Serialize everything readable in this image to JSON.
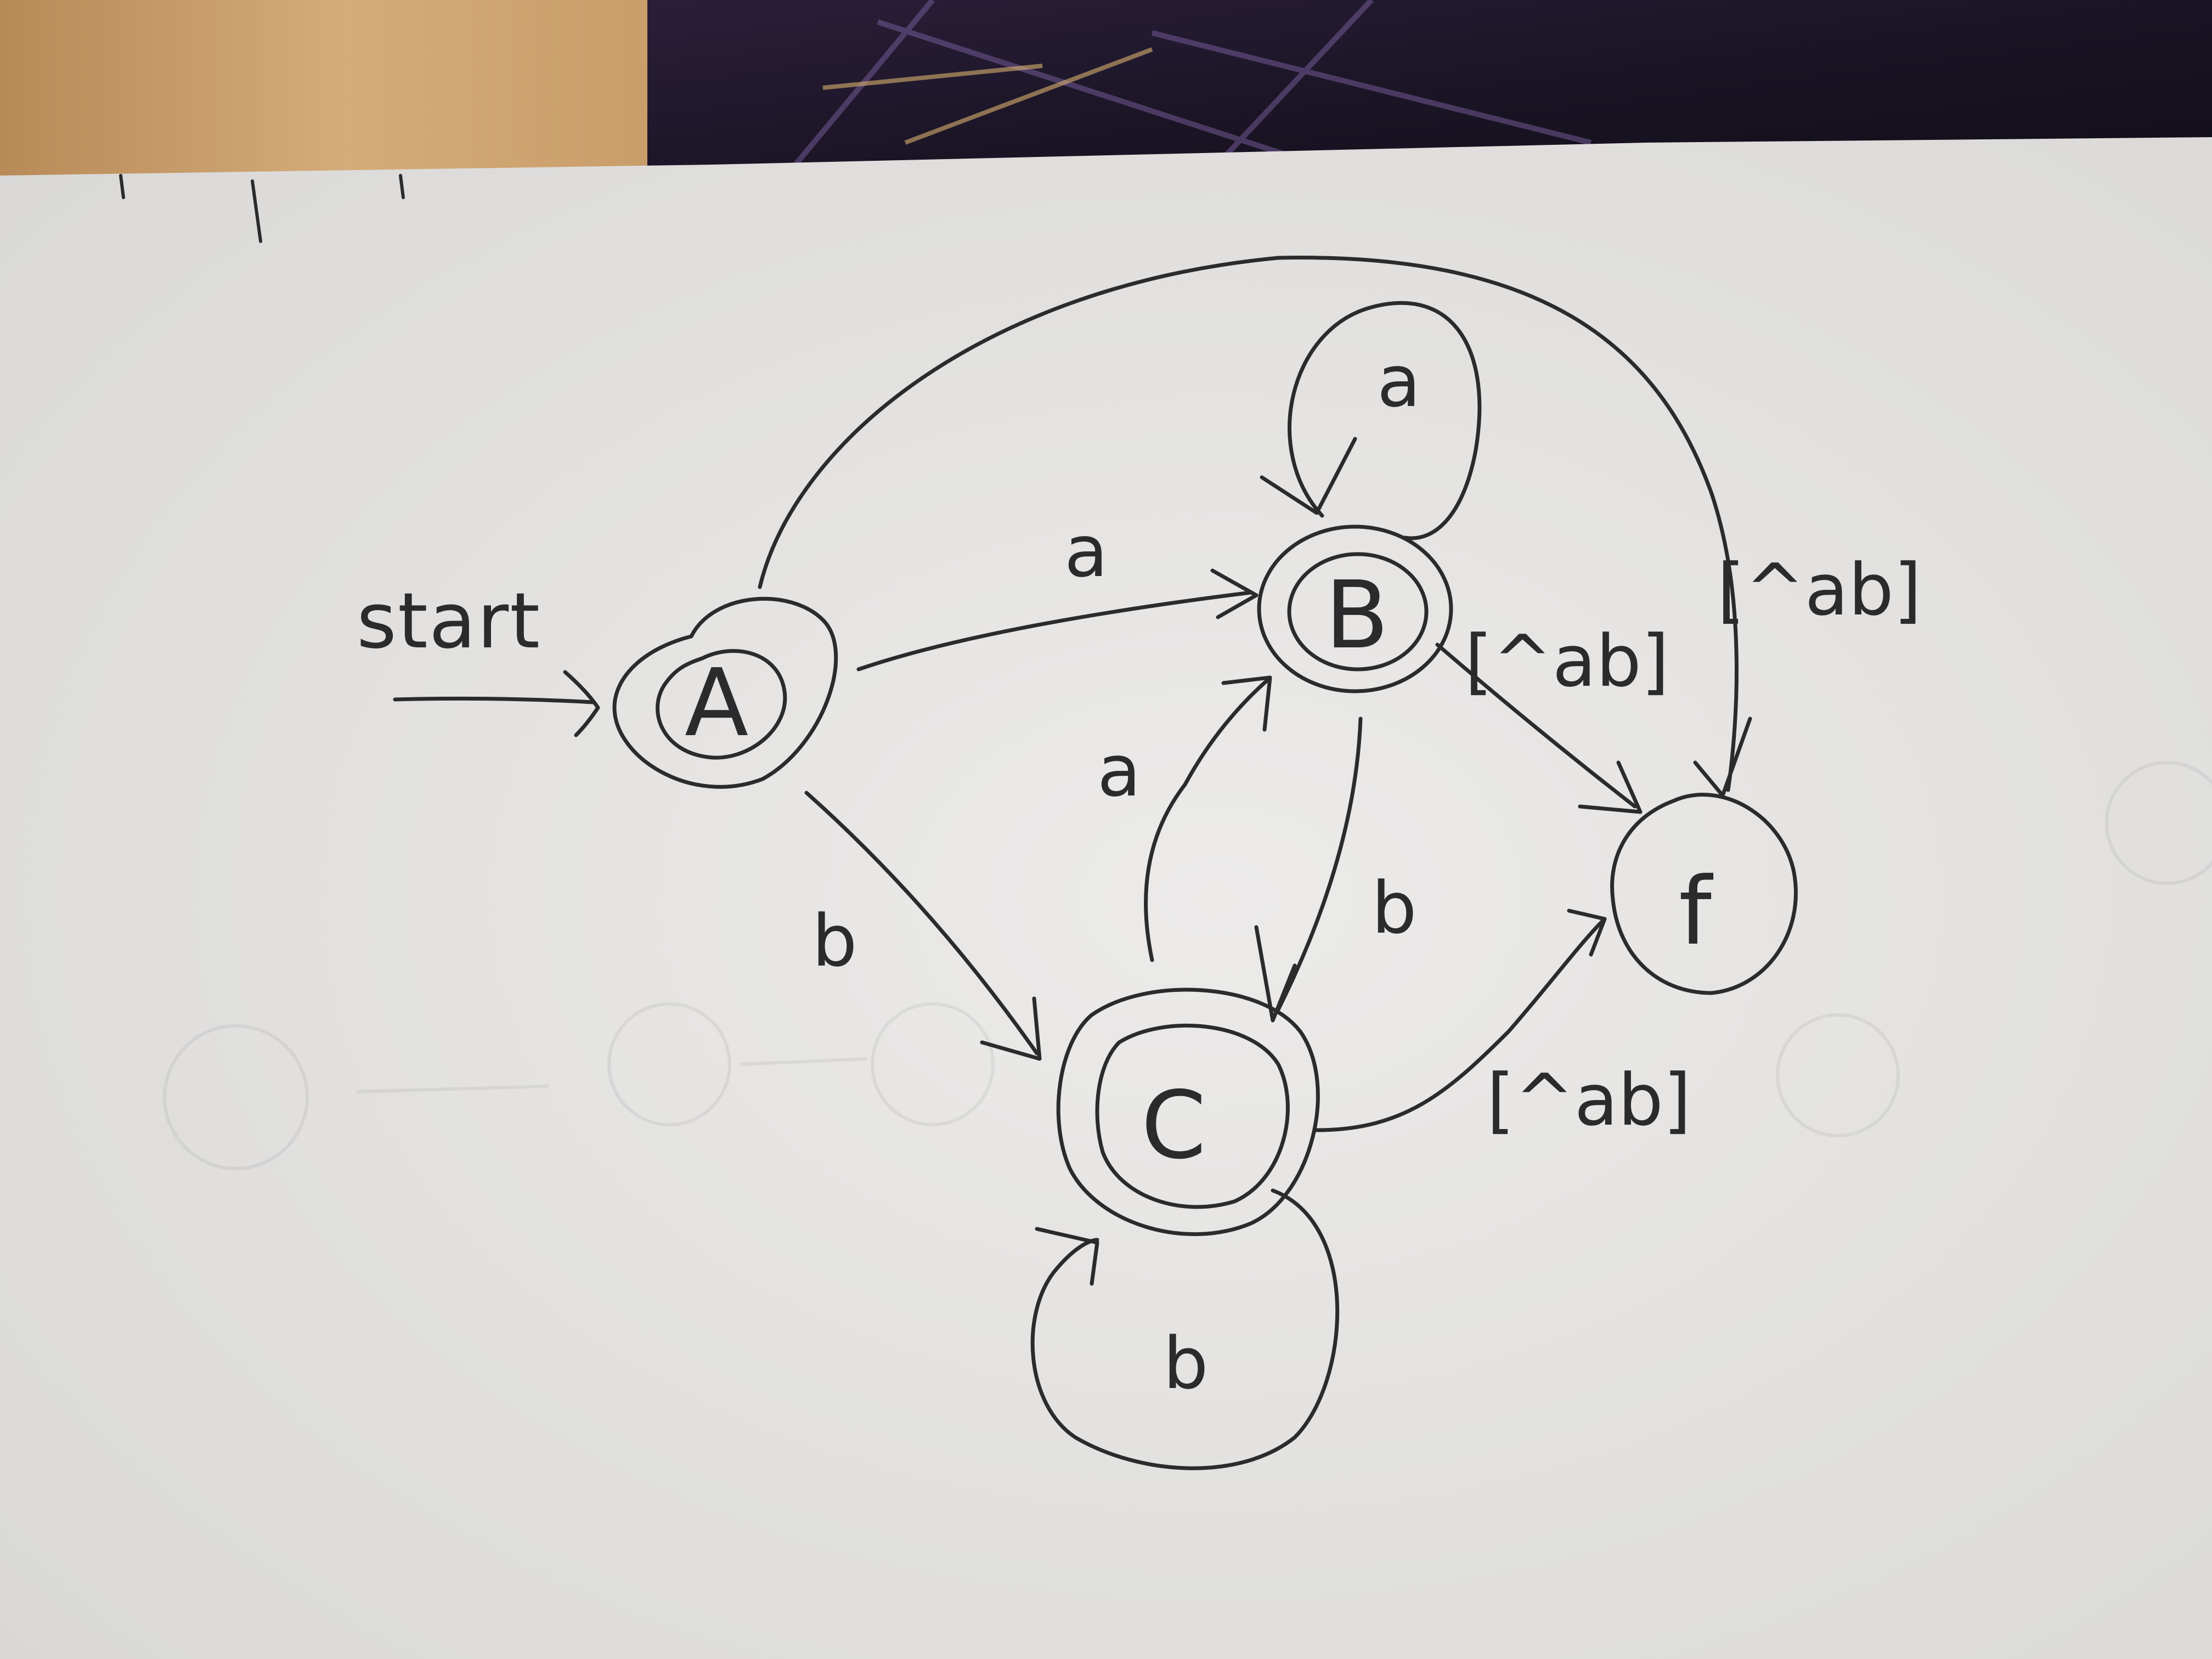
{
  "diagram": {
    "type": "finite-state-automaton",
    "start_label": "start",
    "states": [
      {
        "id": "A",
        "label": "A",
        "accepting": true,
        "start": true
      },
      {
        "id": "B",
        "label": "B",
        "accepting": true,
        "start": false
      },
      {
        "id": "C",
        "label": "C",
        "accepting": true,
        "start": false
      },
      {
        "id": "f",
        "label": "f",
        "accepting": false,
        "start": false
      }
    ],
    "transitions": [
      {
        "from": "A",
        "to": "B",
        "label": "a"
      },
      {
        "from": "A",
        "to": "C",
        "label": "b"
      },
      {
        "from": "A",
        "to": "f",
        "label": "[^ab]"
      },
      {
        "from": "B",
        "to": "B",
        "label": "a"
      },
      {
        "from": "B",
        "to": "C",
        "label": "b"
      },
      {
        "from": "B",
        "to": "f",
        "label": "[^ab]"
      },
      {
        "from": "C",
        "to": "B",
        "label": "a"
      },
      {
        "from": "C",
        "to": "C",
        "label": "b"
      },
      {
        "from": "C",
        "to": "f",
        "label": "[^ab]"
      }
    ]
  },
  "colors": {
    "paper": "#e9e8e6",
    "ink": "#2b2b2d",
    "table_wood": "#c69a66",
    "mat": "#1c1626"
  }
}
